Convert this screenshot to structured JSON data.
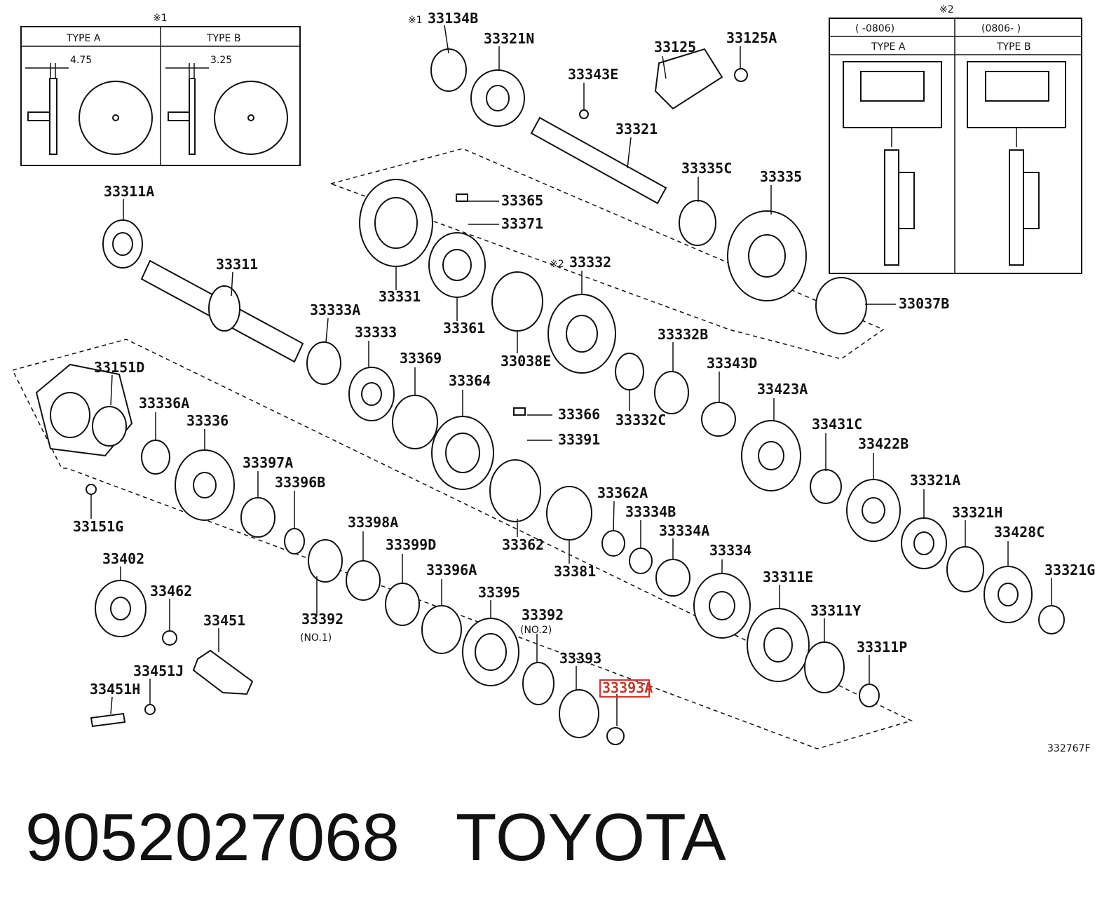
{
  "inset_left": {
    "ref": "※1",
    "type_a": "TYPE A",
    "type_b": "TYPE B",
    "dim_a": "4.75",
    "dim_b": "3.25"
  },
  "inset_right": {
    "ref": "※2",
    "range_a": "(     -0806)",
    "range_b": "(0806-      )",
    "type_a": "TYPE A",
    "type_b": "TYPE B"
  },
  "callouts": [
    "33134B",
    "33321N",
    "33125",
    "33125A",
    "33343E",
    "33321",
    "33335C",
    "33335",
    "33311A",
    "33331",
    "33365",
    "33371",
    "33311",
    "33361",
    "33332",
    "33333A",
    "33333",
    "33038E",
    "33037B",
    "33369",
    "33364",
    "33332B",
    "33343D",
    "33151D",
    "33336A",
    "33336",
    "33366",
    "33391",
    "33332C",
    "33423A",
    "33431C",
    "33422B",
    "33397A",
    "33396B",
    "33362A",
    "33321A",
    "33151G",
    "33398A",
    "33399D",
    "33362",
    "33381",
    "33334B",
    "33334A",
    "33321H",
    "33428C",
    "33402",
    "33396A",
    "33395",
    "33334",
    "33311E",
    "33321G",
    "33462",
    "33451",
    "33392",
    "33392",
    "33393",
    "33311Y",
    "33311P",
    "33451J",
    "33451H",
    "33393A"
  ],
  "notes": {
    "no1": "(NO.1)",
    "no2": "(NO.2)",
    "ref1_33134B": "※1",
    "ref2_33332": "※2"
  },
  "highlight_label": "33393A",
  "diagram_code": "332767F",
  "footer": {
    "part_number": "9052027068",
    "brand": "TOYOTA"
  }
}
